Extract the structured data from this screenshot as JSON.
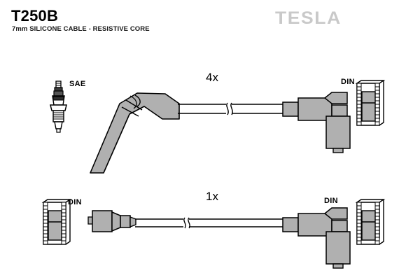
{
  "document": {
    "part_number": "T250B",
    "description": "7mm SILICONE CABLE - RESISTIVE CORE",
    "brand": "TESLA",
    "background_color": "#ffffff",
    "line_color": "#000000",
    "fill_gray": "#b0b0b0",
    "logo_color": "#c9c9c9"
  },
  "assemblies": [
    {
      "id": "assembly-4x",
      "quantity_label": "4x",
      "left_end": {
        "type": "spark-plug-boot",
        "terminal_label": "SAE",
        "icon": "spark-plug-icon"
      },
      "right_end": {
        "type": "distributor-connector-angled",
        "terminal_label": "DIN",
        "icon": "din-terminal-icon"
      }
    },
    {
      "id": "assembly-1x",
      "quantity_label": "1x",
      "left_end": {
        "type": "coil-connector-straight",
        "terminal_label": "DIN",
        "icon": "din-terminal-icon"
      },
      "right_end": {
        "type": "distributor-connector-angled",
        "terminal_label": "DIN",
        "icon": "din-terminal-icon"
      }
    }
  ],
  "labels": {
    "sae": "SAE",
    "din_top": "DIN",
    "din_bottom_left": "DIN",
    "din_bottom_right": "DIN"
  }
}
